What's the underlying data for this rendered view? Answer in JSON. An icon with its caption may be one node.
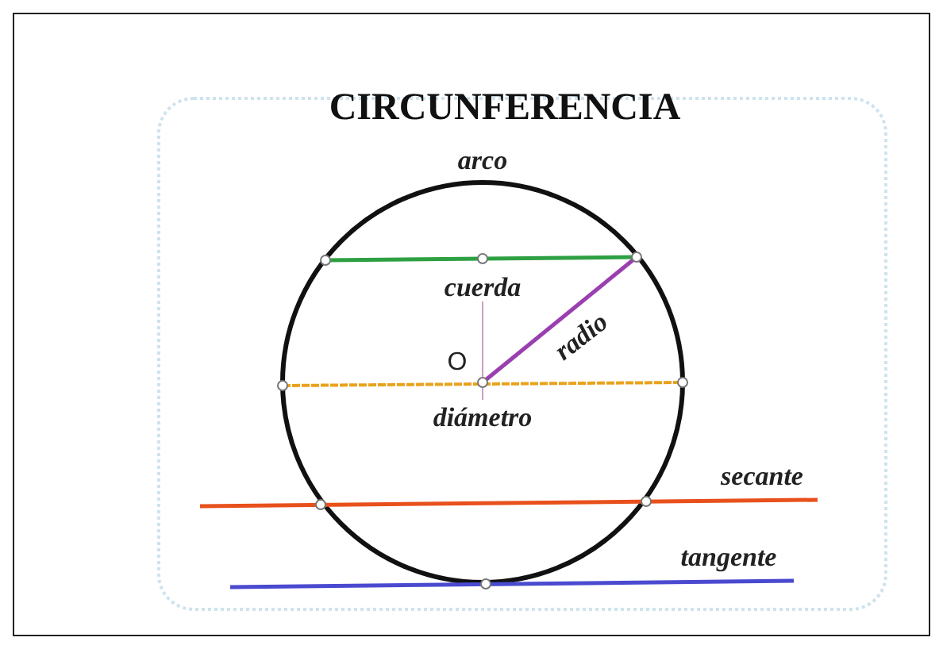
{
  "diagram": {
    "title": "CIRCUNFERENCIA",
    "labels": [
      "arco",
      "cuerda",
      "radio",
      "O",
      "diámetro",
      "secante",
      "tangente"
    ]
  }
}
